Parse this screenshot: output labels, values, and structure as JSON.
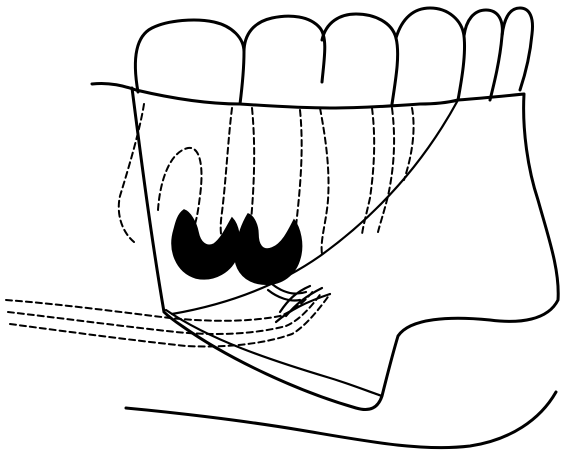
{
  "figure": {
    "subject": "mandible-dental-section-line-drawing",
    "colors": {
      "ink": "#000000",
      "background": "#ffffff"
    },
    "teeth_count": 6,
    "impacted_crypts_count": 2
  }
}
